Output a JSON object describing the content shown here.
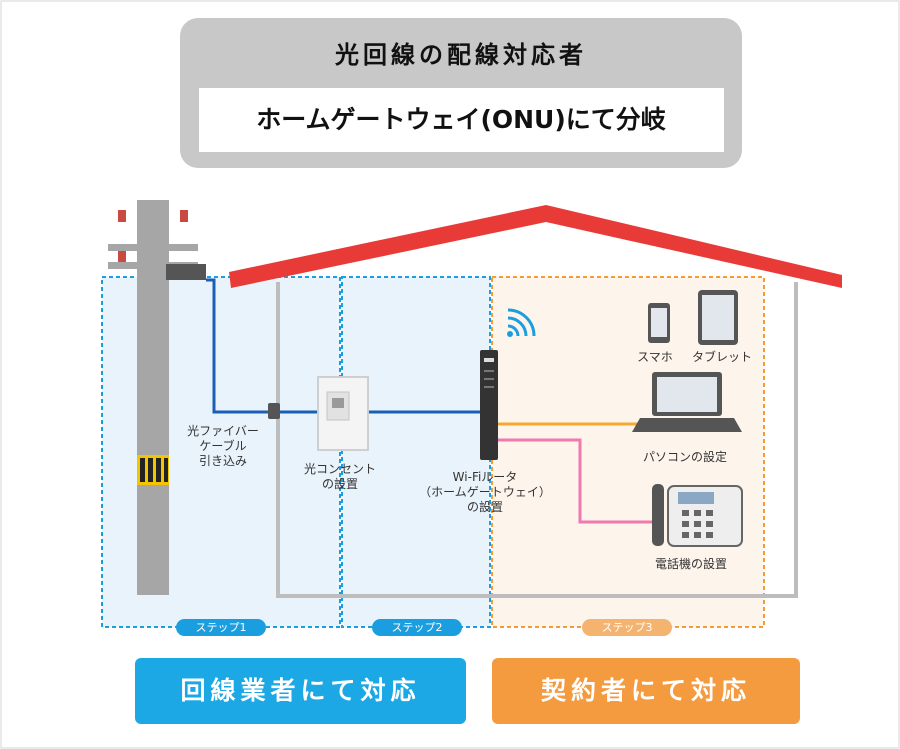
{
  "header": {
    "title": "光回線の配線対応者",
    "subtitle": "ホームゲートウェイ(ONU)にて分岐"
  },
  "labels": {
    "fiber_cable": "光ファイバー\nケーブル\n引き込み",
    "optical_outlet": "光コンセント\nの設置",
    "router": "Wi-Fiルータ\n（ホームゲートウェイ）\nの設置",
    "smartphone": "スマホ",
    "tablet": "タブレット",
    "pc": "パソコンの設定",
    "phone": "電話機の設置"
  },
  "steps": [
    "ステップ1",
    "ステップ2",
    "ステップ3"
  ],
  "buttons": {
    "carrier": "回線業者にて対応",
    "contractor": "契約者にて対応"
  },
  "colors": {
    "blue": "#1b9ee0",
    "orange": "#f39c33",
    "roof": "#e83a36",
    "fiber_line": "#1a5fb4",
    "pc_line": "#f7a92c",
    "phone_line": "#ef7ab0",
    "frame_gray": "#bdbdbd",
    "pole_gray": "#a6a6a6"
  }
}
